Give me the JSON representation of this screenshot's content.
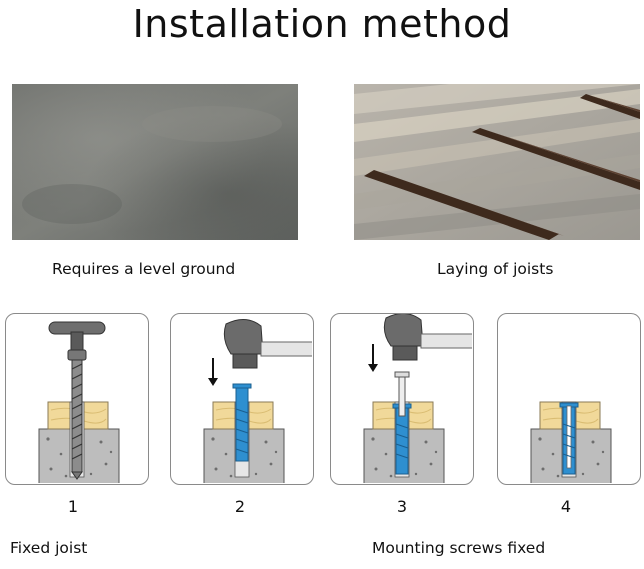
{
  "title": "Installation method",
  "photos": [
    {
      "caption": "Requires a level ground",
      "image": "concrete-floor-photo"
    },
    {
      "caption": "Laying of joists",
      "image": "joists-on-ground-photo"
    }
  ],
  "steps": [
    {
      "number": "1",
      "image": "drill-bit-through-joist"
    },
    {
      "number": "2",
      "image": "hammer-anchor-in-hole"
    },
    {
      "number": "3",
      "image": "hammer-screw-into-anchor"
    },
    {
      "number": "4",
      "image": "anchor-fixed-in-concrete"
    }
  ],
  "bottom_captions": {
    "left": "Fixed joist",
    "right": "Mounting screws fixed"
  },
  "colors": {
    "anchor_blue": "#2e8fd0",
    "wood": "#f1d99a",
    "concrete": "#bdbdbd",
    "panel_border": "#8a8a8a"
  }
}
